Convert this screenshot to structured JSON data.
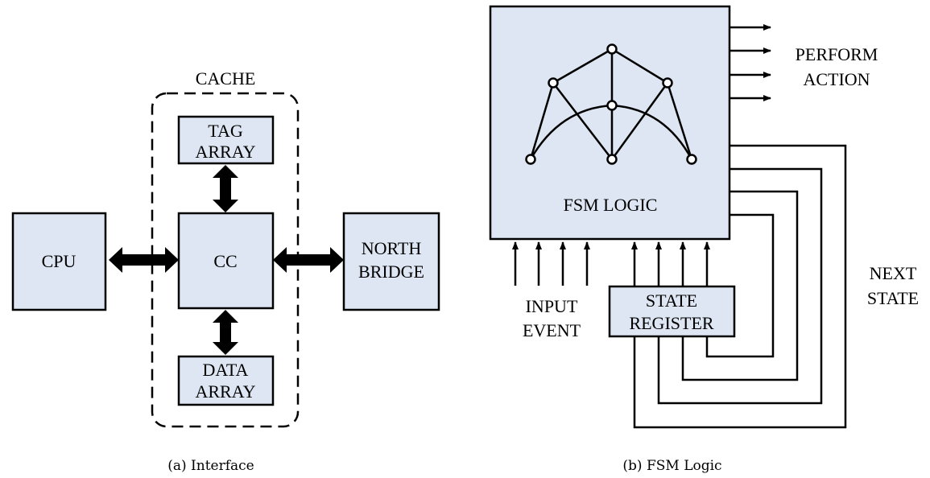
{
  "panel_a": {
    "cache_label": "CACHE",
    "tag_array": [
      "TAG",
      "ARRAY"
    ],
    "cpu": "CPU",
    "cc": "CC",
    "north_bridge": [
      "NORTH",
      "BRIDGE"
    ],
    "data_array": [
      "DATA",
      "ARRAY"
    ],
    "caption": "(a) Interface"
  },
  "panel_b": {
    "fsm_logic": "FSM LOGIC",
    "perform_action": [
      "PERFORM",
      "ACTION"
    ],
    "input_event": [
      "INPUT",
      "EVENT"
    ],
    "state_register": [
      "STATE",
      "REGISTER"
    ],
    "next_state": [
      "NEXT",
      "STATE"
    ],
    "caption": "(b) FSM Logic"
  }
}
